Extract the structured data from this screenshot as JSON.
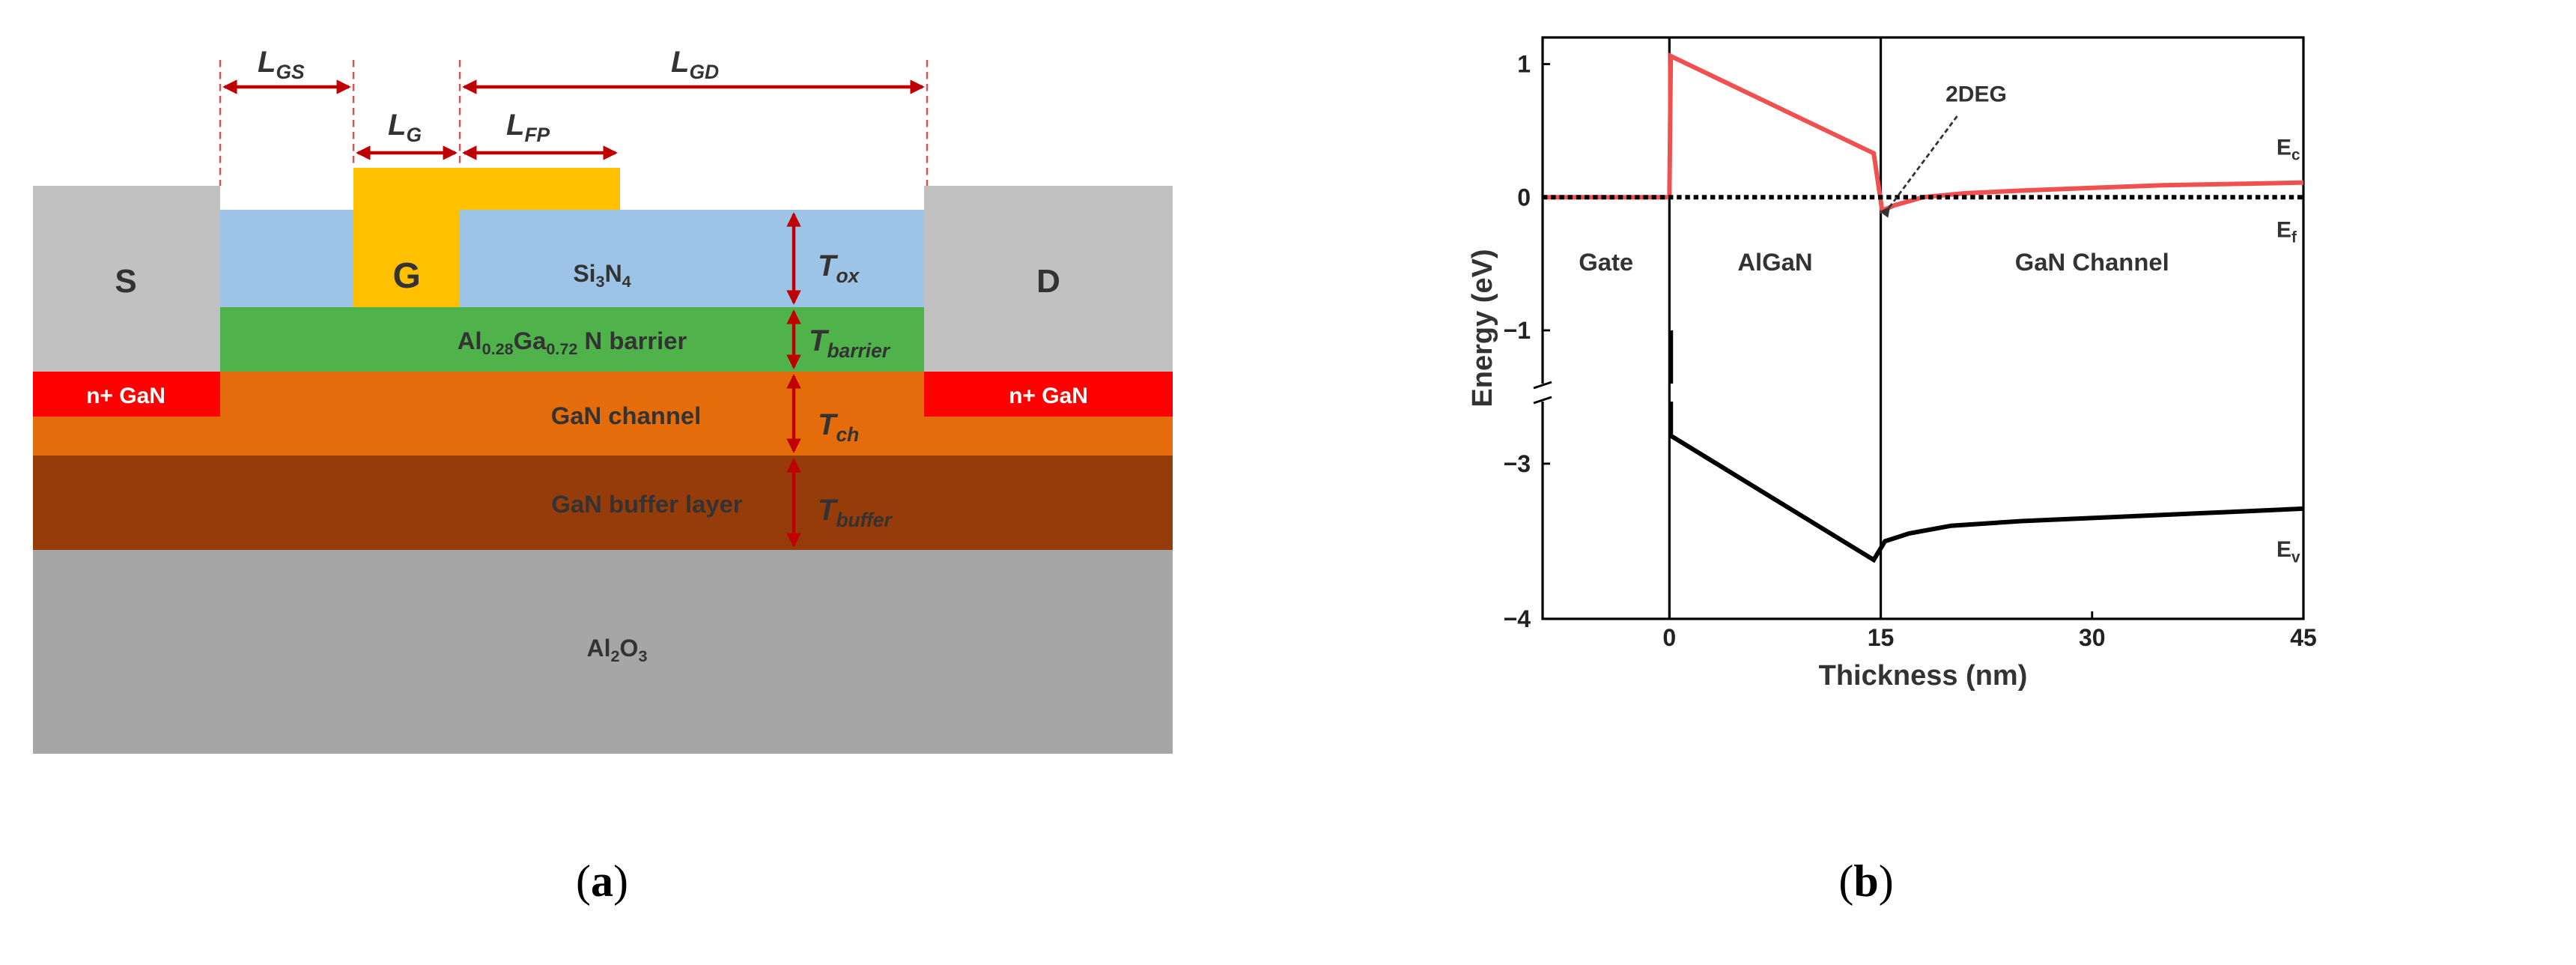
{
  "colors": {
    "grey": "#c1c1c1",
    "sin": "#9dc3e6",
    "gate": "#ffc000",
    "barrier": "#4fb24a",
    "channel": "#e46c0a",
    "buffer": "#963c0a",
    "sapphire": "#a6a6a6",
    "n_plus": "#ff0000",
    "arrow": "#c00000",
    "ec_line": "#f05050",
    "ev_line": "#000000"
  },
  "panel_a": {
    "caption": {
      "open": "(",
      "letter": "a",
      "close": ")"
    },
    "source_label": "S",
    "drain_label": "D",
    "gate_label": "G",
    "sin": {
      "a": "Si",
      "b": "3",
      "c": "N",
      "d": "4"
    },
    "barrier": {
      "a": "Al",
      "b": "0.28",
      "c": "Ga",
      "d": "0.72",
      "e": "N barrier"
    },
    "n_plus_left": "n+ GaN",
    "n_plus_right": "n+ GaN",
    "channel_label": "GaN channel",
    "buffer_label": "GaN buffer layer",
    "substrate": {
      "a": "Al",
      "b": "2",
      "c": "O",
      "d": "3"
    },
    "dims": {
      "lgs": {
        "main": "L",
        "sub": "GS"
      },
      "lg": {
        "main": "L",
        "sub": "G"
      },
      "lgd": {
        "main": "L",
        "sub": "GD"
      },
      "lfp": {
        "main": "L",
        "sub": "FP"
      },
      "tox": {
        "main": "T",
        "sub": "ox"
      },
      "tbarrier": {
        "main": "T",
        "sub": "barrier"
      },
      "tch": {
        "main": "T",
        "sub": "ch"
      },
      "tbuffer": {
        "main": "T",
        "sub": "buffer"
      }
    }
  },
  "panel_b": {
    "caption": {
      "open": "(",
      "letter": "b",
      "close": ")"
    },
    "chart_data": {
      "type": "line",
      "xlabel": "Thickness (nm)",
      "ylabel": "Energy (eV)",
      "xlim": [
        -9,
        45
      ],
      "ylim": [
        -4,
        1.2
      ],
      "y_axis_break": [
        -1.4,
        -2.6
      ],
      "x_ticks": [
        0,
        15,
        30,
        45
      ],
      "x_tick_labels": [
        "0",
        "15",
        "30",
        "45"
      ],
      "y_ticks": [
        1,
        0,
        -1,
        -3,
        -4
      ],
      "y_tick_labels": [
        "1",
        "0",
        "−1",
        "−3",
        "−4"
      ],
      "vertical_lines": [
        0,
        15
      ],
      "regions": [
        "Gate",
        "AlGaN",
        "GaN Channel"
      ],
      "annotation": "2DEG",
      "series": [
        {
          "name_main": "E",
          "name_sub": "c",
          "points": [
            [
              -9,
              0
            ],
            [
              0,
              0
            ],
            [
              0.1,
              1.06
            ],
            [
              14.5,
              0.33
            ],
            [
              15.1,
              -0.1
            ],
            [
              16,
              -0.06
            ],
            [
              18,
              0
            ],
            [
              21,
              0.03
            ],
            [
              25,
              0.05
            ],
            [
              30,
              0.07
            ],
            [
              35,
              0.09
            ],
            [
              40,
              0.1
            ],
            [
              45,
              0.11
            ]
          ]
        },
        {
          "name_main": "E",
          "name_sub": "f",
          "points": [
            [
              -9,
              0
            ],
            [
              45,
              0
            ]
          ]
        },
        {
          "name_main": "E",
          "name_sub": "v",
          "points": [
            [
              0.1,
              -2.82
            ],
            [
              14.5,
              -3.62
            ],
            [
              15.3,
              -3.5
            ],
            [
              17,
              -3.45
            ],
            [
              20,
              -3.4
            ],
            [
              25,
              -3.37
            ],
            [
              30,
              -3.35
            ],
            [
              35,
              -3.33
            ],
            [
              40,
              -3.31
            ],
            [
              45,
              -3.29
            ]
          ]
        }
      ]
    }
  }
}
